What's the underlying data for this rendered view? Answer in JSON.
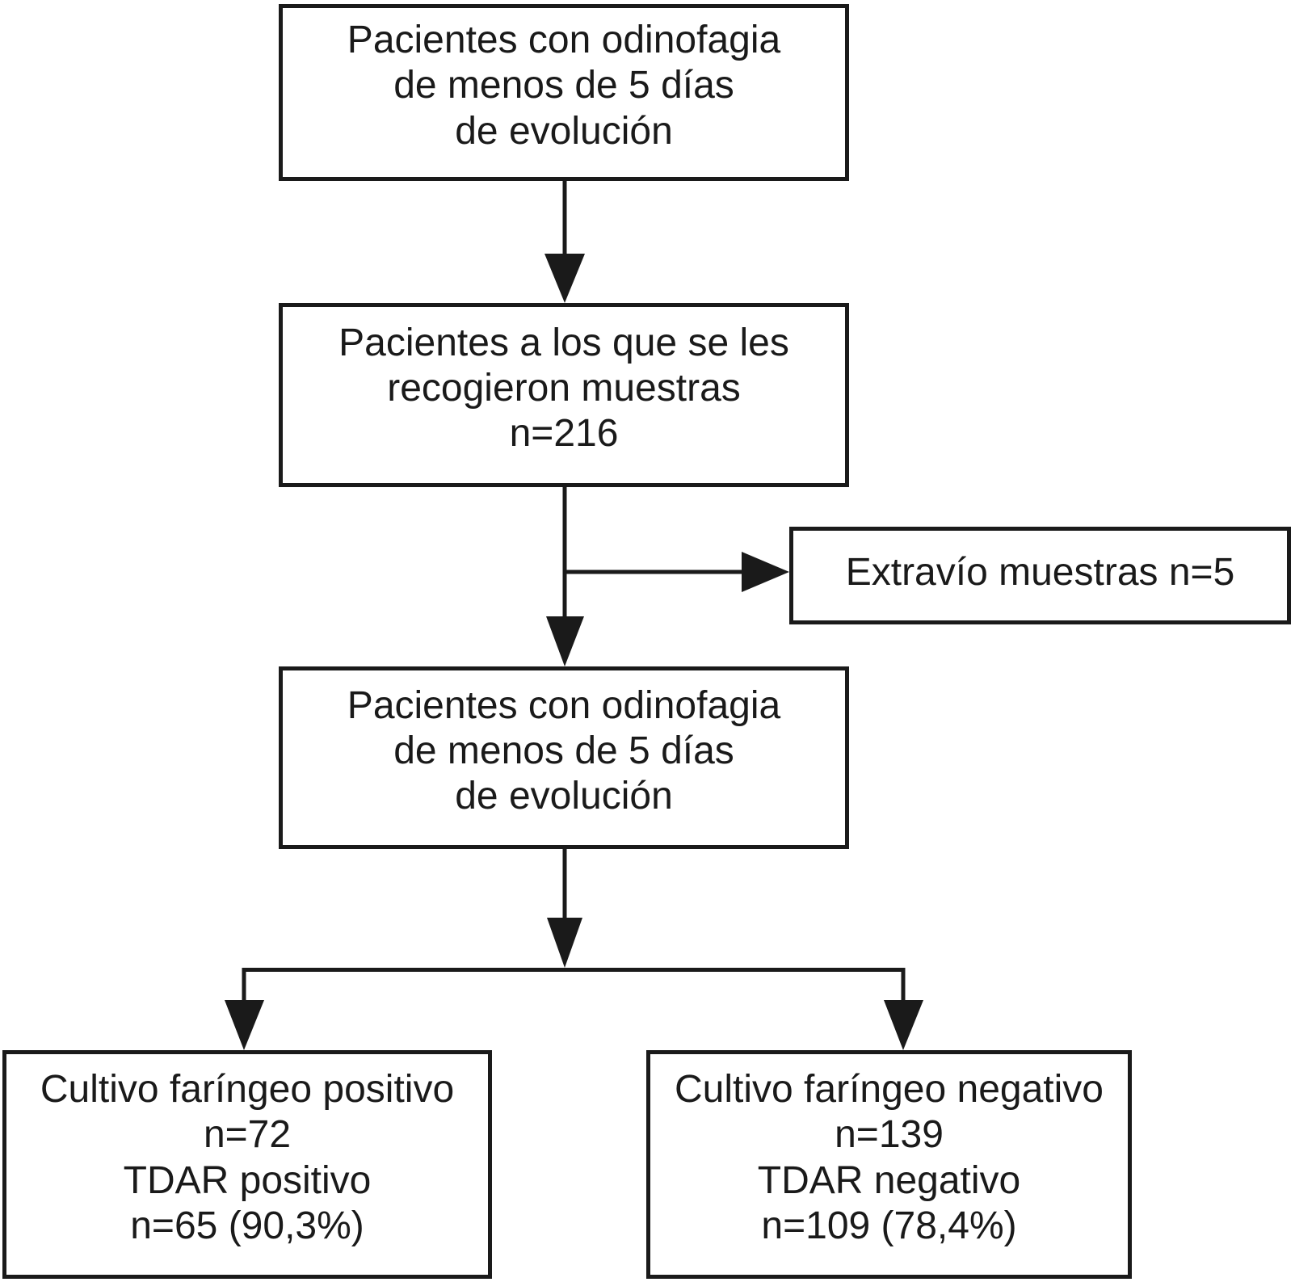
{
  "colors": {
    "ink": "#1a1a1a",
    "background": "#ffffff"
  },
  "diagram": {
    "type": "flowchart",
    "language": "es",
    "nodes": [
      {
        "id": "pacientes-odinofagia-inicial",
        "lines": [
          "Pacientes con odinofagia",
          "de menos de 5 días",
          "de evolución"
        ]
      },
      {
        "id": "pacientes-muestras-recogidas",
        "n": 216,
        "lines": [
          "Pacientes a los que se les",
          "recogieron muestras",
          "n=216"
        ]
      },
      {
        "id": "extravio-muestras",
        "n": 5,
        "lines": [
          "Extravío muestras n=5"
        ]
      },
      {
        "id": "pacientes-odinofagia-analizados",
        "lines": [
          "Pacientes con odinofagia",
          "de menos de 5 días",
          "de evolución"
        ]
      },
      {
        "id": "cultivo-faringeo-positivo",
        "n_cultivo": 72,
        "n_tdar": 65,
        "pct_tdar": "90,3%",
        "lines": [
          "Cultivo faríngeo positivo",
          "n=72",
          "TDAR positivo",
          "n=65 (90,3%)"
        ]
      },
      {
        "id": "cultivo-faringeo-negativo",
        "n_cultivo": 139,
        "n_tdar": 109,
        "pct_tdar": "78,4%",
        "lines": [
          "Cultivo faríngeo negativo",
          "n=139",
          "TDAR negativo",
          "n=109 (78,4%)"
        ]
      }
    ]
  }
}
